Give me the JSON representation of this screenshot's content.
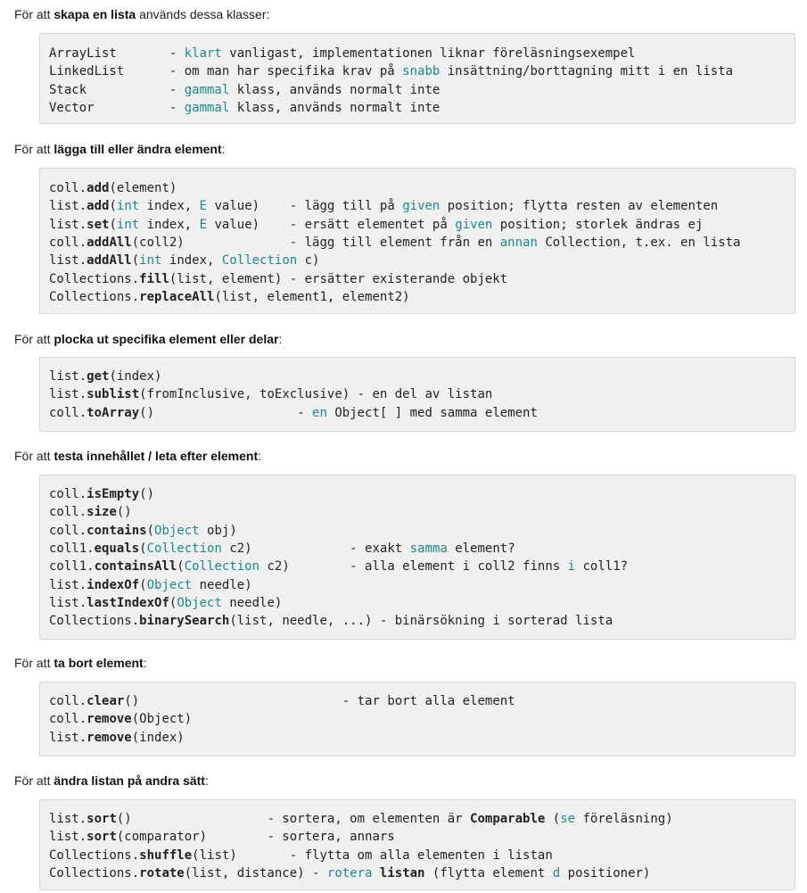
{
  "sections": [
    {
      "heading": {
        "pre": "För att ",
        "bold": "skapa en lista",
        "post": " används dessa klasser:"
      },
      "lines": [
        [
          [
            "ArrayList       - ",
            ""
          ],
          [
            "klart",
            "kw"
          ],
          [
            " vanligast, implementationen liknar föreläsningsexempel",
            ""
          ]
        ],
        [
          [
            "LinkedList      - om man har specifika krav på ",
            ""
          ],
          [
            "snabb",
            "kw"
          ],
          [
            " insättning/borttagning mitt i en lista",
            ""
          ]
        ],
        [
          [
            "Stack           - ",
            ""
          ],
          [
            "gammal",
            "kw"
          ],
          [
            " klass, används normalt inte",
            ""
          ]
        ],
        [
          [
            "Vector          - ",
            ""
          ],
          [
            "gammal",
            "kw"
          ],
          [
            " klass, används normalt inte",
            ""
          ]
        ]
      ]
    },
    {
      "heading": {
        "pre": "För att ",
        "bold": "lägga till eller ändra element",
        "post": ":"
      },
      "lines": [
        [
          [
            "coll.",
            ""
          ],
          [
            "add",
            "b"
          ],
          [
            "(element)",
            ""
          ]
        ],
        [
          [
            "list.",
            ""
          ],
          [
            "add",
            "b"
          ],
          [
            "(",
            ""
          ],
          [
            "int",
            "kw"
          ],
          [
            " index, ",
            ""
          ],
          [
            "E",
            "kw"
          ],
          [
            " value)    - lägg till på ",
            ""
          ],
          [
            "given",
            "kw"
          ],
          [
            " position; flytta resten av elementen",
            ""
          ]
        ],
        [
          [
            "list.",
            ""
          ],
          [
            "set",
            "b"
          ],
          [
            "(",
            ""
          ],
          [
            "int",
            "kw"
          ],
          [
            " index, ",
            ""
          ],
          [
            "E",
            "kw"
          ],
          [
            " value)    - ersätt elementet på ",
            ""
          ],
          [
            "given",
            "kw"
          ],
          [
            " position; storlek ändras ej",
            ""
          ]
        ],
        [
          [
            "coll.",
            ""
          ],
          [
            "addAll",
            "b"
          ],
          [
            "(coll2)              - lägg till element från en ",
            ""
          ],
          [
            "annan",
            "kw"
          ],
          [
            " Collection, t.ex. en lista",
            ""
          ]
        ],
        [
          [
            "list.",
            ""
          ],
          [
            "addAll",
            "b"
          ],
          [
            "(",
            ""
          ],
          [
            "int",
            "kw"
          ],
          [
            " index, ",
            ""
          ],
          [
            "Collection",
            "kw"
          ],
          [
            " c)",
            ""
          ]
        ],
        [
          [
            "Collections.",
            ""
          ],
          [
            "fill",
            "b"
          ],
          [
            "(list, element) - ersätter existerande objekt",
            ""
          ]
        ],
        [
          [
            "Collections.",
            ""
          ],
          [
            "replaceAll",
            "b"
          ],
          [
            "(list, element1, element2)",
            ""
          ]
        ]
      ]
    },
    {
      "heading": {
        "pre": "För att ",
        "bold": "plocka ut specifika element eller delar",
        "post": ":"
      },
      "lines": [
        [
          [
            "list.",
            ""
          ],
          [
            "get",
            "b"
          ],
          [
            "(index)",
            ""
          ]
        ],
        [
          [
            "list.",
            ""
          ],
          [
            "sublist",
            "b"
          ],
          [
            "(fromInclusive, toExclusive) - en del av listan",
            ""
          ]
        ],
        [
          [
            "coll.",
            ""
          ],
          [
            "toArray",
            "b"
          ],
          [
            "()                   - ",
            ""
          ],
          [
            "en",
            "kw"
          ],
          [
            " Object[ ] med samma element",
            ""
          ]
        ]
      ]
    },
    {
      "heading": {
        "pre": "För att ",
        "bold": "testa innehållet / leta efter element",
        "post": ":"
      },
      "lines": [
        [
          [
            "coll.",
            ""
          ],
          [
            "isEmpty",
            "b"
          ],
          [
            "()",
            ""
          ]
        ],
        [
          [
            "coll.",
            ""
          ],
          [
            "size",
            "b"
          ],
          [
            "()",
            ""
          ]
        ],
        [
          [
            "coll.",
            ""
          ],
          [
            "contains",
            "b"
          ],
          [
            "(",
            ""
          ],
          [
            "Object",
            "kw"
          ],
          [
            " obj)",
            ""
          ]
        ],
        [
          [
            "coll1.",
            ""
          ],
          [
            "equals",
            "b"
          ],
          [
            "(",
            ""
          ],
          [
            "Collection",
            "kw"
          ],
          [
            " c2)             - exakt ",
            ""
          ],
          [
            "samma",
            "kw"
          ],
          [
            " element?",
            ""
          ]
        ],
        [
          [
            "coll1.",
            ""
          ],
          [
            "containsAll",
            "b"
          ],
          [
            "(",
            ""
          ],
          [
            "Collection",
            "kw"
          ],
          [
            " c2)        - alla element i coll2 finns ",
            ""
          ],
          [
            "i",
            "kw"
          ],
          [
            " coll1?",
            ""
          ]
        ],
        [
          [
            "list.",
            ""
          ],
          [
            "indexOf",
            "b"
          ],
          [
            "(",
            ""
          ],
          [
            "Object",
            "kw"
          ],
          [
            " needle)",
            ""
          ]
        ],
        [
          [
            "list.",
            ""
          ],
          [
            "lastIndexOf",
            "b"
          ],
          [
            "(",
            ""
          ],
          [
            "Object",
            "kw"
          ],
          [
            " needle)",
            ""
          ]
        ],
        [
          [
            "Collections.",
            ""
          ],
          [
            "binarySearch",
            "b"
          ],
          [
            "(list, needle, ...) - binärsökning i sorterad lista",
            ""
          ]
        ]
      ]
    },
    {
      "heading": {
        "pre": "För att ",
        "bold": "ta bort element",
        "post": ":"
      },
      "lines": [
        [
          [
            "coll.",
            ""
          ],
          [
            "clear",
            "b"
          ],
          [
            "()                           - tar bort alla element",
            ""
          ]
        ],
        [
          [
            "coll.",
            ""
          ],
          [
            "remove",
            "b"
          ],
          [
            "(Object)",
            ""
          ]
        ],
        [
          [
            "list.",
            ""
          ],
          [
            "remove",
            "b"
          ],
          [
            "(index)",
            ""
          ]
        ]
      ]
    },
    {
      "heading": {
        "pre": "För att ",
        "bold": "ändra listan på andra sätt",
        "post": ":"
      },
      "lines": [
        [
          [
            "list.",
            ""
          ],
          [
            "sort",
            "b"
          ],
          [
            "()                  - sortera, om elementen är ",
            ""
          ],
          [
            "Comparable",
            "b"
          ],
          [
            " (",
            ""
          ],
          [
            "se",
            "kw"
          ],
          [
            " föreläsning)",
            ""
          ]
        ],
        [
          [
            "list.",
            ""
          ],
          [
            "sort",
            "b"
          ],
          [
            "(comparator)        - sortera, annars",
            ""
          ]
        ],
        [
          [
            "Collections.",
            ""
          ],
          [
            "shuffle",
            "b"
          ],
          [
            "(list)       - flytta om alla elementen i listan",
            ""
          ]
        ],
        [
          [
            "Collections.",
            ""
          ],
          [
            "rotate",
            "b"
          ],
          [
            "(list, distance) - ",
            ""
          ],
          [
            "rotera",
            "kw"
          ],
          [
            " ",
            ""
          ],
          [
            "listan",
            "b"
          ],
          [
            " (flytta element ",
            ""
          ],
          [
            "d",
            "kw"
          ],
          [
            " positioner)",
            ""
          ]
        ]
      ]
    }
  ]
}
